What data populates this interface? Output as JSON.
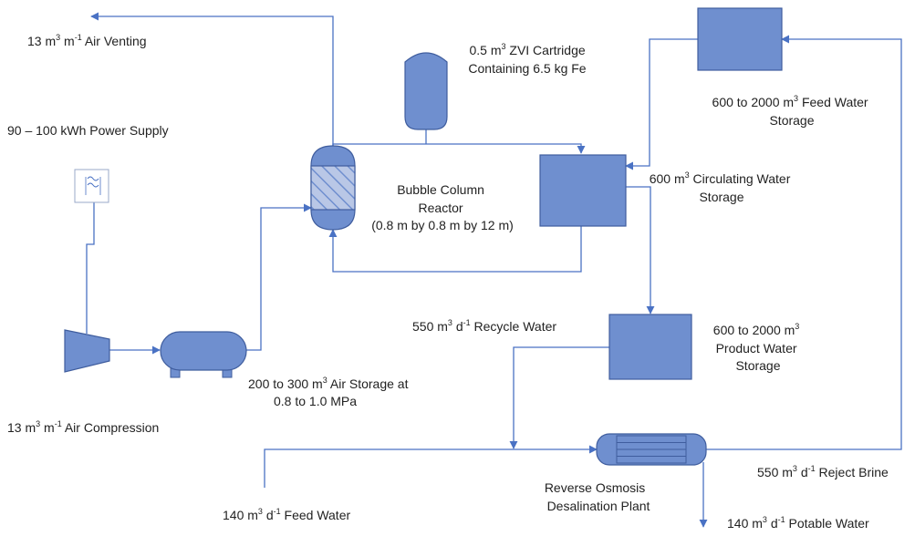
{
  "colors": {
    "equipment_fill": "#6f8fcf",
    "equipment_stroke": "#3f5d9e",
    "line": "#4a72c4",
    "text": "#222222",
    "hatch": "#b9c7e6"
  },
  "labels": {
    "air_venting": {
      "a": "13 m",
      "b": "3",
      "c": " m",
      "d": "-1",
      "e": " Air Venting"
    },
    "zvi_line1": {
      "a": "0.5 m",
      "b": "3",
      "c": " ZVI Cartridge"
    },
    "zvi_line2": "Containing 6.5 kg Fe",
    "power_supply": "90 – 100 kWh Power Supply",
    "bubble_line1": "Bubble Column",
    "bubble_line2": "Reactor",
    "bubble_line3": "(0.8 m by 0.8 m by 12 m)",
    "feed_storage_line1": {
      "a": "600 to 2000 m",
      "b": "3",
      "c": " Feed Water"
    },
    "feed_storage_line2": "Storage",
    "circ_line1": {
      "a": "600 m",
      "b": "3",
      "c": " Circulating Water"
    },
    "circ_line2": "Storage",
    "recycle": {
      "a": "550 m",
      "b": "3",
      "c": " d",
      "d": "-1",
      "e": " Recycle Water"
    },
    "product_line1": {
      "a": "600 to 2000 m",
      "b": "3"
    },
    "product_line2": "Product Water",
    "product_line3": "Storage",
    "air_storage_line1": {
      "a": "200 to 300 m",
      "b": "3",
      "c": " Air Storage at"
    },
    "air_storage_line2": "0.8 to 1.0 MPa",
    "air_compression": {
      "a": "13 m",
      "b": "3",
      "c": " m",
      "d": "-1",
      "e": " Air Compression"
    },
    "ro_line1": "Reverse Osmosis",
    "ro_line2": "Desalination Plant",
    "reject": {
      "a": "550 m",
      "b": "3",
      "c": " d",
      "d": "-1",
      "e": " Reject Brine"
    },
    "feed_water": {
      "a": "140 m",
      "b": "3",
      "c": " d",
      "d": "-1",
      "e": " Feed Water"
    },
    "potable": {
      "a": "140 m",
      "b": "3",
      "c": " d",
      "d": "-1",
      "e": " Potable Water"
    }
  }
}
